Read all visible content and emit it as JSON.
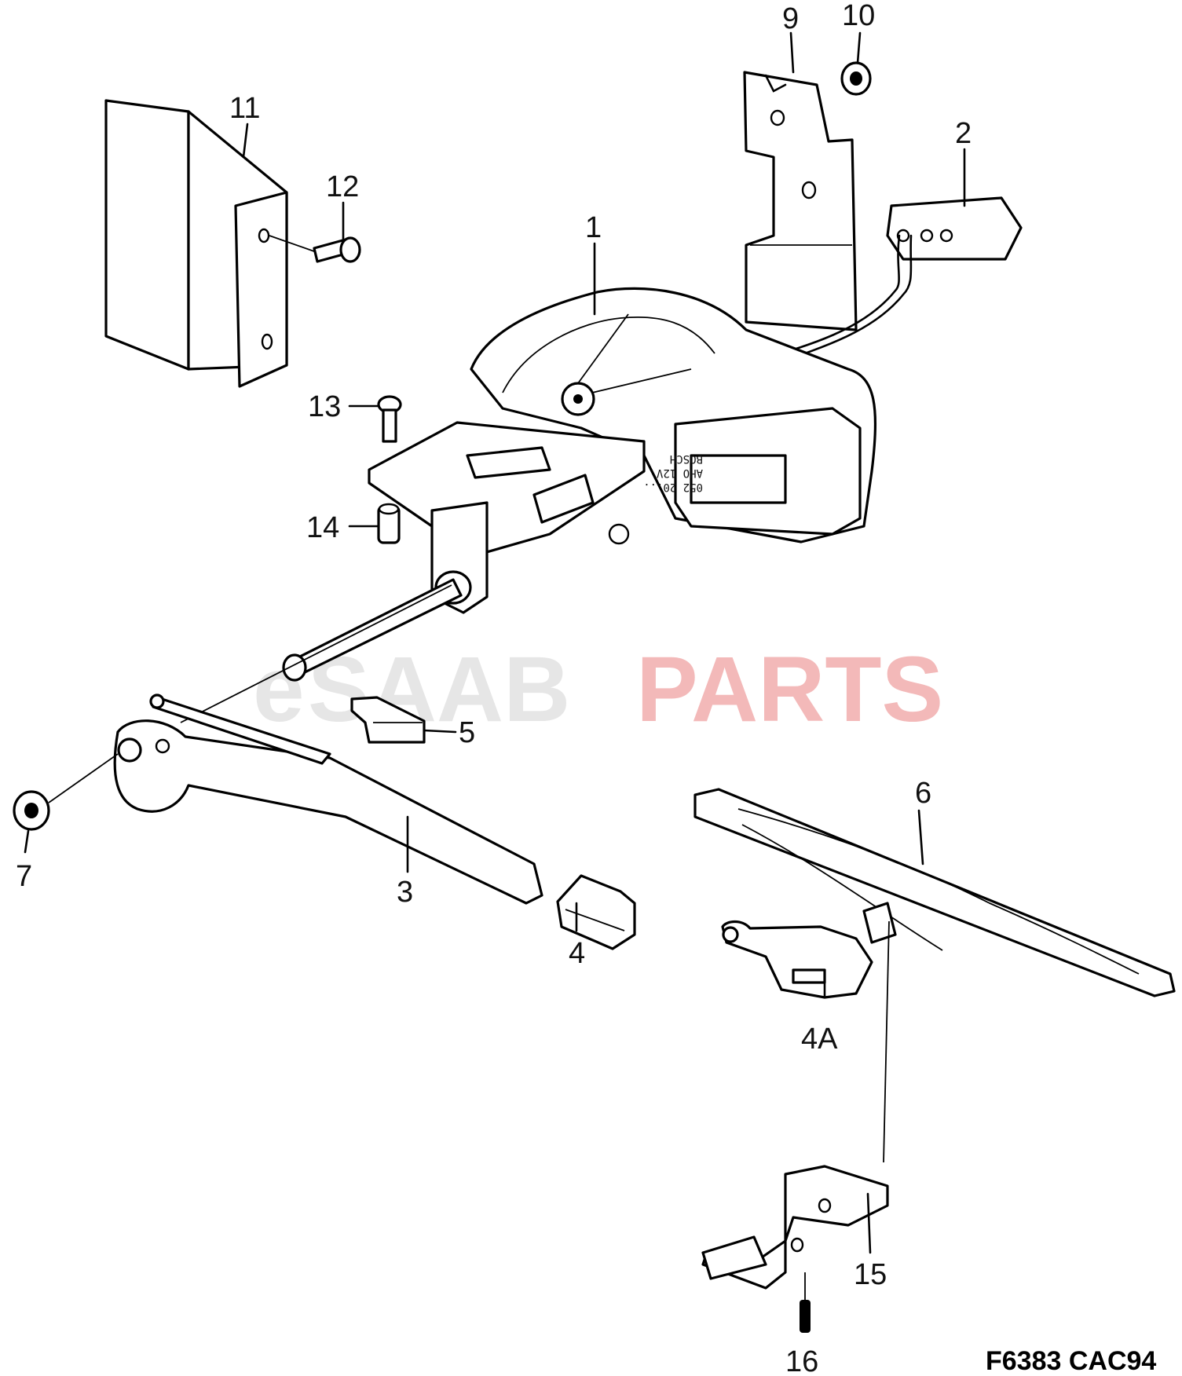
{
  "watermark": {
    "prefix": "e",
    "brand": "SAAB",
    "suffix": "PARTS",
    "brand_color": "#e6e6e6",
    "accent_color": "#f3b9b9"
  },
  "motor_label": {
    "brand": "BOSCH",
    "line2": "AHO 12V",
    "line3": "052 20..."
  },
  "callouts": [
    {
      "id": "p1",
      "label": "1"
    },
    {
      "id": "p2",
      "label": "2"
    },
    {
      "id": "p3",
      "label": "3"
    },
    {
      "id": "p4",
      "label": "4"
    },
    {
      "id": "p4a",
      "label": "4A"
    },
    {
      "id": "p5",
      "label": "5"
    },
    {
      "id": "p6",
      "label": "6"
    },
    {
      "id": "p7",
      "label": "7"
    },
    {
      "id": "p9",
      "label": "9"
    },
    {
      "id": "p10",
      "label": "10"
    },
    {
      "id": "p11",
      "label": "11"
    },
    {
      "id": "p12",
      "label": "12"
    },
    {
      "id": "p13",
      "label": "13"
    },
    {
      "id": "p14",
      "label": "14"
    },
    {
      "id": "p15",
      "label": "15"
    },
    {
      "id": "p16",
      "label": "16"
    }
  ],
  "figure_code": "F6383 CAC94"
}
